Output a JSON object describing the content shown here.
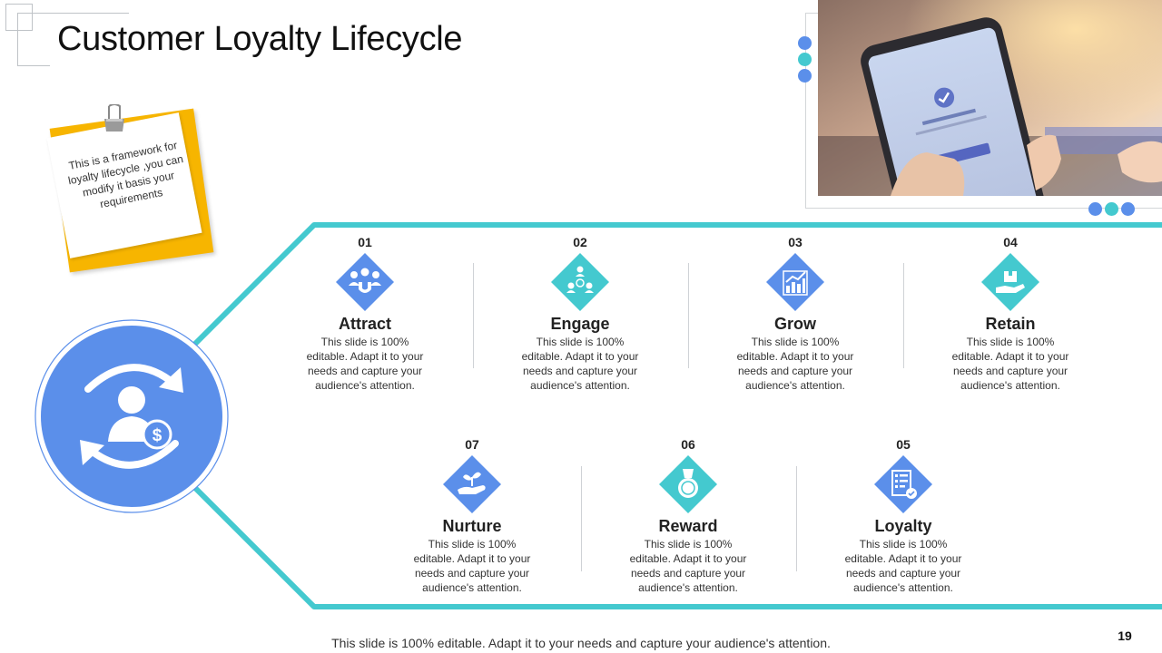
{
  "title": "Customer Loyalty Lifecycle",
  "note": {
    "text": "This is a framework for loyalty lifecycle ,you can modify it basis your requirements"
  },
  "steps": [
    {
      "num": "01",
      "title": "Attract",
      "desc": "This slide is 100% editable. Adapt it to your needs and capture your audience's attention.",
      "icon": "people-magnet-icon",
      "color": "#5b8fea"
    },
    {
      "num": "02",
      "title": "Engage",
      "desc": "This slide is 100% editable. Adapt it to your needs and capture your audience's attention.",
      "icon": "network-people-icon",
      "color": "#44c9cf"
    },
    {
      "num": "03",
      "title": "Grow",
      "desc": "This slide is 100% editable. Adapt it to your needs and capture your audience's attention.",
      "icon": "growth-chart-icon",
      "color": "#5b8fea"
    },
    {
      "num": "04",
      "title": "Retain",
      "desc": "This slide is 100% editable. Adapt it to your needs and capture your audience's attention.",
      "icon": "hand-box-icon",
      "color": "#44c9cf"
    },
    {
      "num": "05",
      "title": "Loyalty",
      "desc": "This slide is 100% editable. Adapt it to your needs and capture your audience's attention.",
      "icon": "checklist-icon",
      "color": "#5b8fea"
    },
    {
      "num": "06",
      "title": "Reward",
      "desc": "This slide is 100% editable. Adapt it to your needs and capture your audience's attention.",
      "icon": "medal-icon",
      "color": "#44c9cf"
    },
    {
      "num": "07",
      "title": "Nurture",
      "desc": "This slide is 100% editable. Adapt it to your needs and capture your audience's attention.",
      "icon": "hand-plant-icon",
      "color": "#5b8fea"
    }
  ],
  "colors": {
    "blue": "#5b8fea",
    "teal": "#44c9cf",
    "note_yellow": "#f7b500"
  },
  "center_icon": "customer-cycle-dollar-icon",
  "footer": "This slide is 100% editable. Adapt it to your needs and capture your audience's attention.",
  "page_number": "19"
}
